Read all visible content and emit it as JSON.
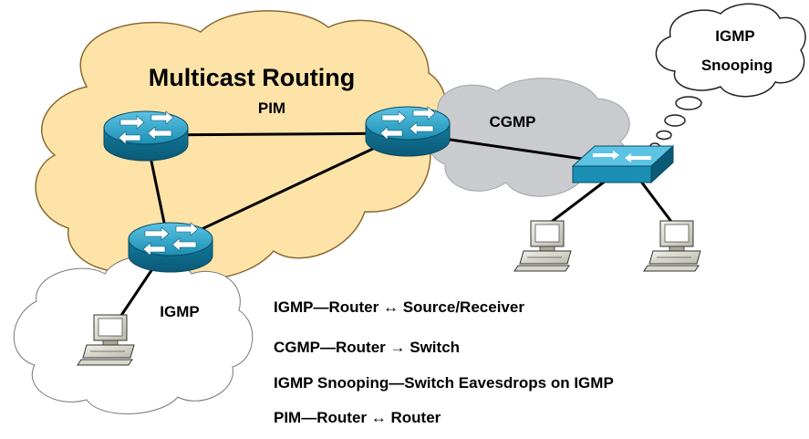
{
  "diagram": {
    "clouds": {
      "multicast_title": "Multicast Routing",
      "pim_label": "PIM",
      "cgmp_label": "CGMP",
      "igmp_label": "IGMP",
      "snooping_label_line1": "IGMP",
      "snooping_label_line2": "Snooping"
    },
    "legend": [
      {
        "protocol": "IGMP",
        "dash": "—",
        "left": "Router",
        "arrow": "↔",
        "right": "Source/Receiver"
      },
      {
        "protocol": "CGMP",
        "dash": "—",
        "left": "Router",
        "arrow": "→",
        "right": "Switch"
      },
      {
        "protocol": "IGMP Snooping",
        "dash": "—",
        "left": "Switch Eavesdrops on IGMP",
        "arrow": "",
        "right": ""
      },
      {
        "protocol": "PIM",
        "dash": "—",
        "left": "Router",
        "arrow": "↔",
        "right": "Router"
      }
    ],
    "colors": {
      "multicast_cloud": "#fde3a7",
      "cgmp_cloud": "#c9cbce",
      "router_fill": "#1b8fb3",
      "switch_fill": "#2aa6cf"
    },
    "icons": [
      "router-icon",
      "switch-icon",
      "workstation-icon",
      "thought-cloud-icon"
    ]
  }
}
